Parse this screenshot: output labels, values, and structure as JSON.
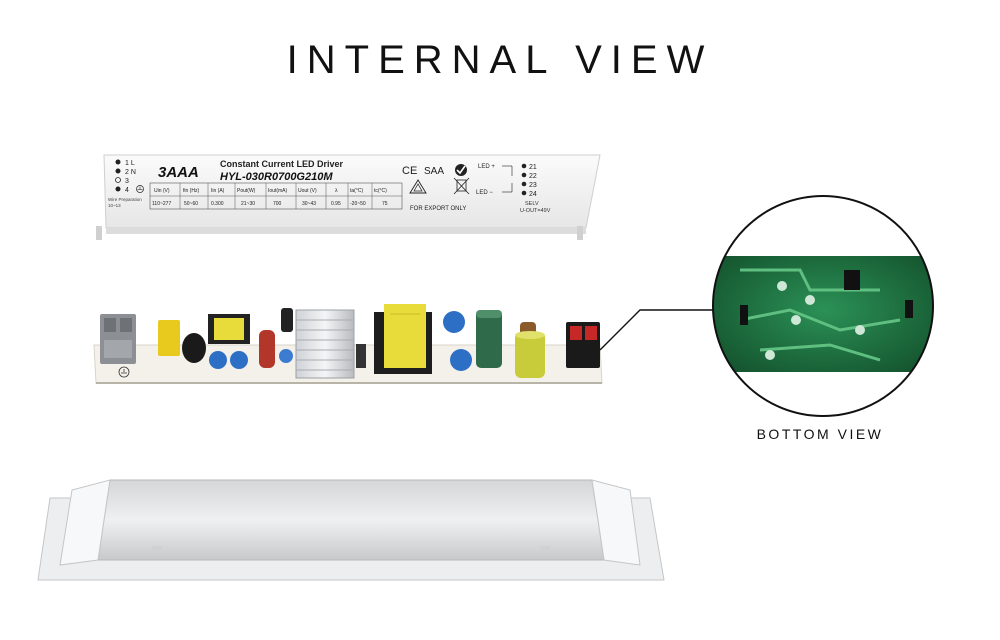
{
  "title": "INTERNAL VIEW",
  "bottom_caption": "BOTTOM VIEW",
  "label": {
    "brand": "3AAA",
    "product": "Constant Current LED Driver",
    "model": "HYL-030R0700G210M",
    "pins_left": [
      "1 L",
      "2 N",
      "3",
      "4"
    ],
    "wire_prep": "Wire Preparation",
    "wire_len": "10~13",
    "spec_headers": [
      "Uin (V)",
      "fin (Hz)",
      "Iin (A)",
      "Pout(W)",
      "Iout(mA)",
      "Uout (V)",
      "λ",
      "ta(°C)",
      "tc(°C)"
    ],
    "spec_values": [
      "110~277",
      "50~60",
      "0.300",
      "21~30",
      "700",
      "30~43",
      "0.95",
      "-20~50",
      "75"
    ],
    "ce": "CE",
    "saa": "SAA",
    "export": "FOR EXPORT ONLY",
    "led_plus": "LED +",
    "led_minus": "LED −",
    "pins_right": [
      "21",
      "22",
      "23",
      "24"
    ],
    "selv": "SELV",
    "uout": "U-OUT=49V"
  },
  "colors": {
    "pcb_green": "#1f7a45",
    "transformer_yellow": "#e8dc3a",
    "terminal_grey": "#8c8f93",
    "terminal_red": "#c62828"
  },
  "icons": [
    "earth-ground-icon",
    "rcm-mark-icon",
    "weee-bin-icon",
    "class-ii-icon"
  ]
}
